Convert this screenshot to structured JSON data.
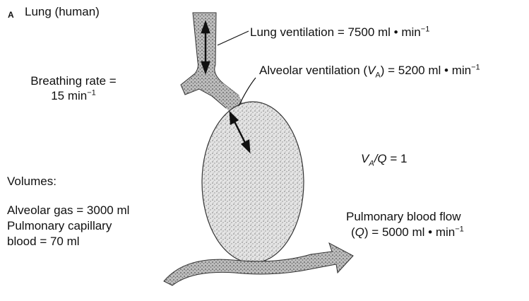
{
  "panel_letter": "A",
  "title": "Lung (human)",
  "lung_ventilation": {
    "label": "Lung ventilation = 7500 ml",
    "unit": "min",
    "exp": "−1"
  },
  "alveolar_ventilation": {
    "label": "Alveolar ventilation (",
    "var": "V",
    "sub": "A",
    "mid": ") = 5200 ml",
    "unit": "min",
    "exp": "−1"
  },
  "breathing_rate": {
    "line1": "Breathing rate =",
    "line2": "15 min",
    "exp": "−1"
  },
  "ratio": {
    "v": "V",
    "sub": "A",
    "sep": "/",
    "q": "Q",
    "rest": "= 1"
  },
  "volumes": {
    "heading": "Volumes:",
    "line1": "Alveolar gas = 3000 ml",
    "line2": "Pulmonary capillary",
    "line3": "blood = 70 ml"
  },
  "blood_flow": {
    "line1": "Pulmonary blood flow",
    "open": "(",
    "q": "Q",
    "mid": ") = 5000 ml",
    "unit": "min",
    "exp": "−1"
  },
  "colors": {
    "ink": "#111111",
    "stipple": "#9a9a9a",
    "fill": "#dcdcdc"
  }
}
